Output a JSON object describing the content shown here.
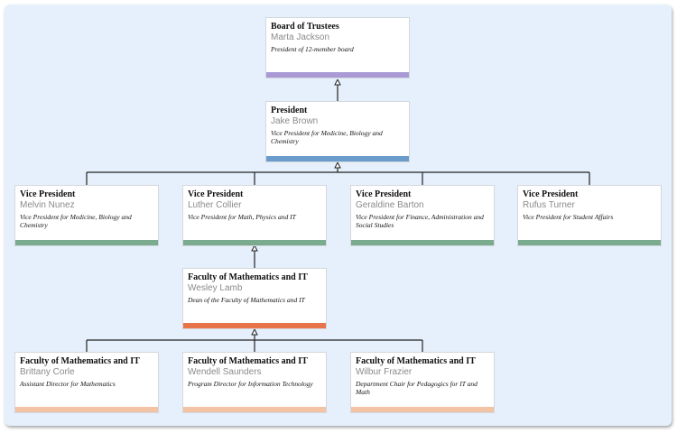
{
  "colors": {
    "background": "#e6f0fc",
    "connector": "#222222"
  },
  "nodes": [
    {
      "id": "board",
      "title": "Board of Trustees",
      "name": "Marta Jackson",
      "description": "President of 12-member board",
      "color": "#a99ad6"
    },
    {
      "id": "president",
      "title": "President",
      "name": "Jake Brown",
      "description": "Vice President for Medicine, Biology and Chemistry",
      "color": "#6a9ccb",
      "parent": "board"
    },
    {
      "id": "vp1",
      "title": "Vice President",
      "name": "Melvin Nunez",
      "description": "Vice President for Medicine, Biology and Chemistry",
      "color": "#7aab8f",
      "parent": "president"
    },
    {
      "id": "vp2",
      "title": "Vice President",
      "name": "Luther Collier",
      "description": "Vice President for Math, Physics and IT",
      "color": "#7aab8f",
      "parent": "president"
    },
    {
      "id": "vp3",
      "title": "Vice President",
      "name": "Geraldine Barton",
      "description": "Vice President for Finance, Administration and Social Studies",
      "color": "#7aab8f",
      "parent": "president"
    },
    {
      "id": "vp4",
      "title": "Vice President",
      "name": "Rufus Turner",
      "description": "Vice President for Student Affairs",
      "color": "#7aab8f",
      "parent": "president"
    },
    {
      "id": "dean",
      "title": "Faculty of Mathematics and IT",
      "name": "Wesley Lamb",
      "description": "Dean of the Faculty of Mathematics and IT",
      "color": "#e8744a",
      "parent": "vp2"
    },
    {
      "id": "f1",
      "title": "Faculty of Mathematics and IT",
      "name": "Brittany Corle",
      "description": "Assistant Director for Mathematics",
      "color": "#f3c3a5",
      "parent": "dean"
    },
    {
      "id": "f2",
      "title": "Faculty of Mathematics and IT",
      "name": "Wendell Saunders",
      "description": "Program Director for Information Technology",
      "color": "#f3c3a5",
      "parent": "dean"
    },
    {
      "id": "f3",
      "title": "Faculty of Mathematics and IT",
      "name": "Wilbur Frazier",
      "description": "Department Chair for Pedagogics for IT and Math",
      "color": "#f3c3a5",
      "parent": "dean"
    }
  ]
}
